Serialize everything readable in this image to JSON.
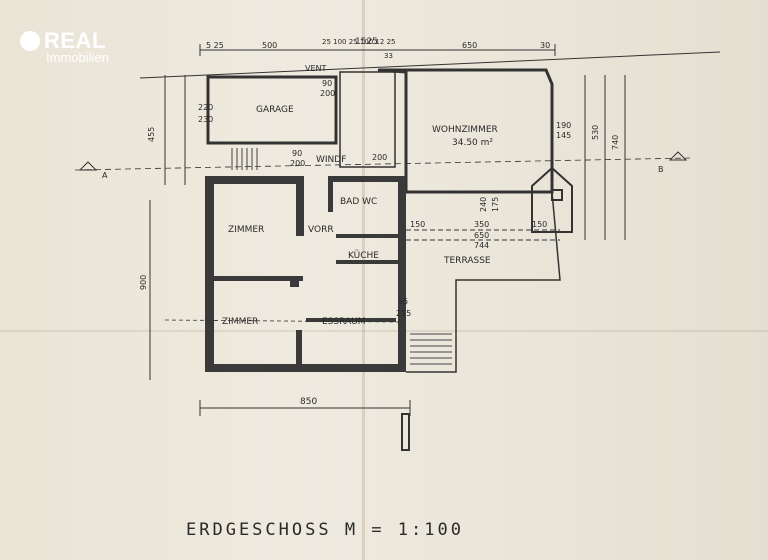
{
  "logo": {
    "brand": "REAL",
    "sub": "Immobilien"
  },
  "rooms": {
    "garage": "GARAGE",
    "wohnzimmer": "WOHNZIMMER",
    "wohnzimmer_area": "34.50 m²",
    "windf": "WINDF",
    "bad_wc": "BAD WC",
    "zimmer1": "ZIMMER",
    "vorr": "VORR",
    "kueche": "KÜCHE",
    "terrasse": "TERRASSE",
    "zimmer2": "ZIMMER",
    "essraum": "ESSRAUM",
    "vent": "VENT"
  },
  "dims": {
    "total_width": "1525",
    "top_a": "5 25",
    "top_b": "500",
    "top_c": "25 100 25 100 12 25",
    "top_d": "650",
    "top_e": "30",
    "top_f": "33",
    "g220": "220",
    "g230": "230",
    "v455": "455",
    "v900": "900",
    "v530": "530",
    "v740": "740",
    "w190": "190",
    "w145": "145",
    "d90a": "90",
    "d200a": "200",
    "d90b": "90",
    "d200b": "200",
    "d200c": "200",
    "d150a": "150",
    "d350": "350",
    "d150b": "150",
    "d650": "650",
    "d744": "744",
    "d95": "95",
    "d215": "215",
    "d240": "240",
    "d175": "175",
    "b850": "850",
    "sec_a": "A",
    "sec_b": "B"
  },
  "footer": {
    "title": "ERDGESCHOSS   M = 1:100"
  }
}
